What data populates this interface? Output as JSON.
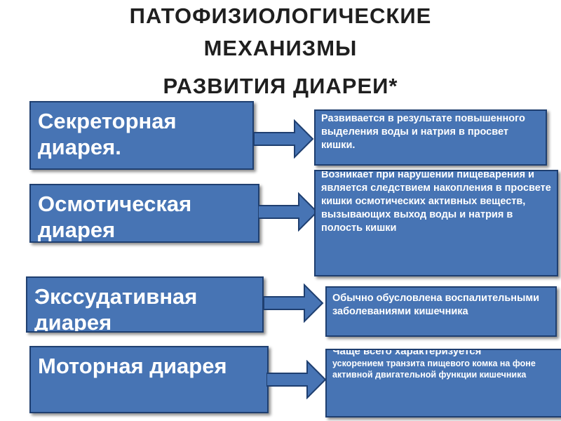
{
  "title": {
    "line1": "ПАТОФИЗИОЛОГИЧЕСКИЕ",
    "line2": "МЕХАНИЗМЫ",
    "line3": "РАЗВИТИЯ ДИАРЕИ*"
  },
  "rows": [
    {
      "label": "Секреторная диарея.",
      "description": "Развивается в результате повышенного выделения воды и натрия в просвет кишки."
    },
    {
      "label": "Осмотическая диарея",
      "description": "Возникает при нарушении пищеварения и является следствием накопления в просвете кишки осмотических активных веществ, вызывающих выход воды и натрия в полость кишки"
    },
    {
      "label": "Экссудативная диарея",
      "description": "Обычно обусловлена воспалительными заболеваниями кишечника"
    },
    {
      "label": "Моторная диарея",
      "description_line1": "Чаще всего характеризуется",
      "description_rest": "ускорением транзита пищевого комка на фоне активной двигательной функции кишечника"
    }
  ],
  "colors": {
    "box_fill": "#4774b4",
    "box_border": "#1f3f70",
    "arrow_fill": "#4774b4",
    "text": "#ffffff",
    "title": "#1f1f1f"
  }
}
